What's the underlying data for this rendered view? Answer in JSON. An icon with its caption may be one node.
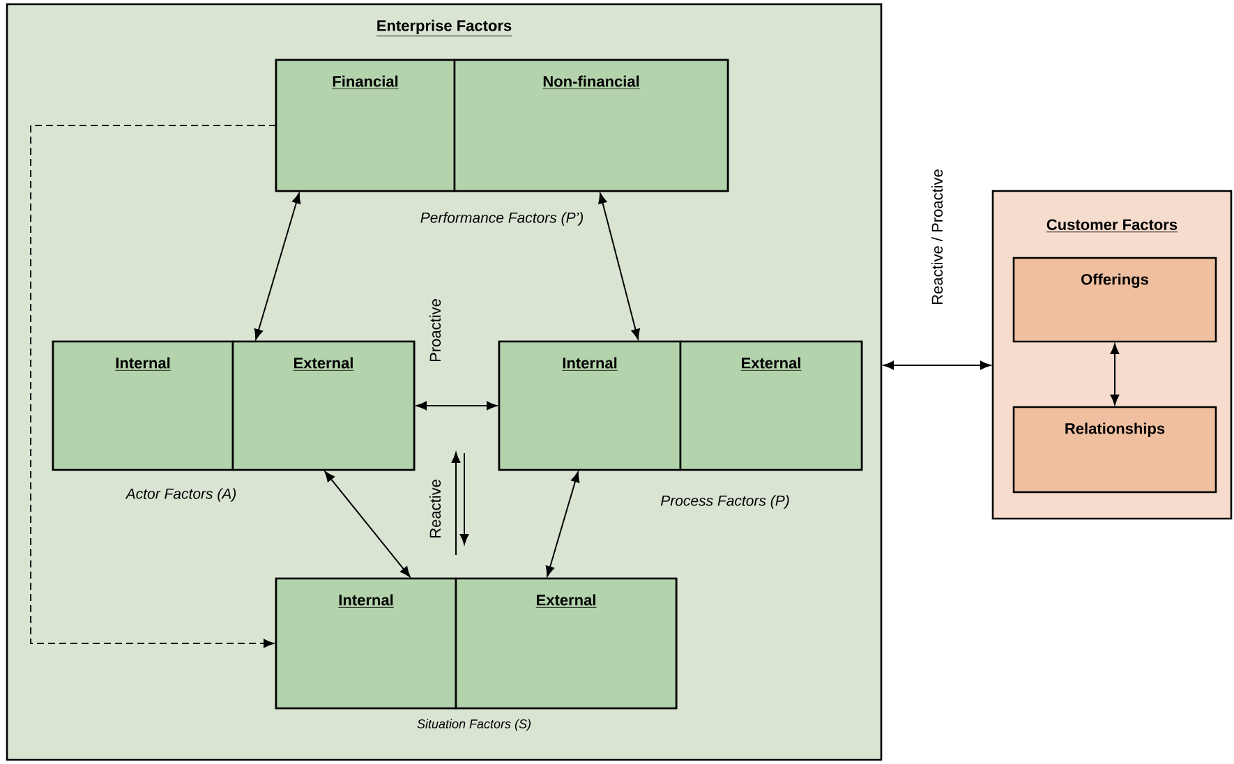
{
  "diagram": {
    "nodes": [
      {
        "text": [
          "Enterprise Factors"
        ]
      },
      {
        "text": [],
        "shape": "box",
        "in": 0,
        "beside": [
          "Performance Factors (P’)"
        ]
      },
      {
        "text": [
          "Financial"
        ],
        "in": 1
      },
      {
        "text": [
          "Non-financial"
        ],
        "in": 1
      },
      {
        "text": [],
        "shape": "box",
        "in": 0,
        "beside": [
          "Actor Factors (A)"
        ]
      },
      {
        "text": [
          "Internal"
        ],
        "in": 4
      },
      {
        "text": [
          "External"
        ],
        "in": 4
      },
      {
        "text": [],
        "shape": "box",
        "in": 0,
        "beside": [
          "Process Factors (P)"
        ]
      },
      {
        "text": [
          "Internal"
        ],
        "in": 7
      },
      {
        "text": [
          "External"
        ],
        "in": 7
      },
      {
        "text": [],
        "shape": "box",
        "in": 0,
        "beside": [
          "Situation Factors (S)"
        ]
      },
      {
        "text": [
          "Internal"
        ],
        "in": 10
      },
      {
        "text": [
          "External"
        ],
        "in": 10
      },
      {
        "text": [
          "Customer Factors"
        ]
      },
      {
        "text": [
          "Offerings"
        ],
        "in": 13
      },
      {
        "text": [
          "Relationships"
        ],
        "in": 13
      }
    ],
    "edges": [
      {
        "from": 1,
        "to": 4,
        "arrow": "both"
      },
      {
        "from": 1,
        "to": 7,
        "arrow": "both"
      },
      {
        "from": 4,
        "to": 7,
        "arrow": "both",
        "label": "Proactive"
      },
      {
        "from": 4,
        "to": 10,
        "arrow": "both"
      },
      {
        "from": 7,
        "to": 10,
        "arrow": "both"
      },
      {
        "from": 1,
        "to": 10,
        "arrow": "to",
        "style": "dashed"
      },
      {
        "from": 0,
        "to": 13,
        "arrow": "both",
        "label": "Reactive / Proactive"
      },
      {
        "from": 14,
        "to": 15,
        "arrow": "both"
      }
    ],
    "labels": [
      "Reactive"
    ]
  }
}
